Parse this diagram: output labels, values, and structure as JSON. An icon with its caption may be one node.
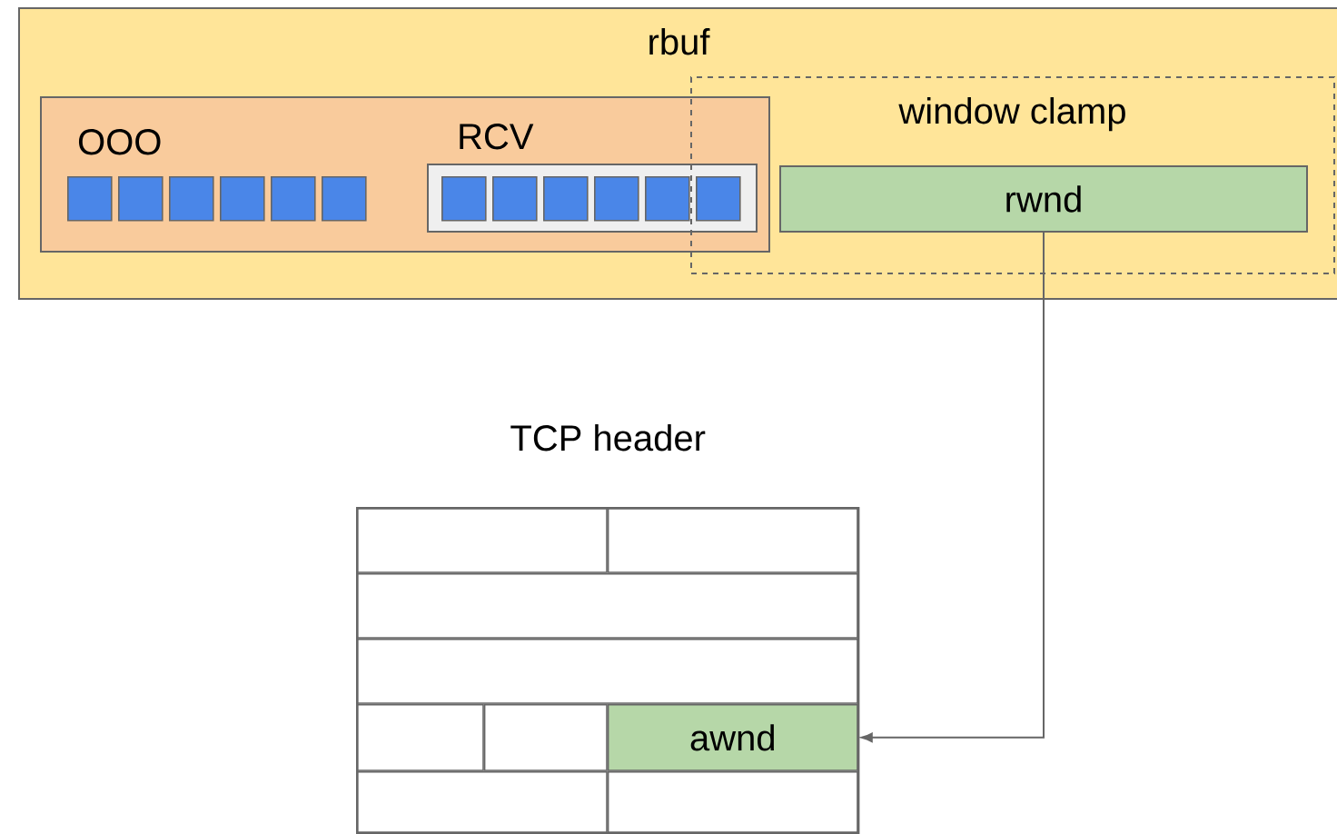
{
  "diagram": {
    "nodes": [
      {
        "text": [
          "rbuf"
        ]
      },
      {
        "text": [
          "OOO"
        ],
        "in": 0
      },
      {
        "text": [],
        "shape": "box",
        "in": 1
      },
      {
        "text": [],
        "shape": "box",
        "in": 1
      },
      {
        "text": [],
        "shape": "box",
        "in": 1
      },
      {
        "text": [],
        "shape": "box",
        "in": 1
      },
      {
        "text": [],
        "shape": "box",
        "in": 1
      },
      {
        "text": [],
        "shape": "box",
        "in": 1
      },
      {
        "text": [
          "RCV"
        ],
        "in": 1
      },
      {
        "text": [],
        "shape": "box",
        "in": 8
      },
      {
        "text": [],
        "shape": "box",
        "in": 8
      },
      {
        "text": [],
        "shape": "box",
        "in": 8
      },
      {
        "text": [],
        "shape": "box",
        "in": 8
      },
      {
        "text": [],
        "shape": "box",
        "in": 8
      },
      {
        "text": [],
        "shape": "box"
      },
      {
        "text": [
          "window clamp"
        ],
        "in": 0
      },
      {
        "text": [
          "rwnd"
        ],
        "in": 15
      },
      {
        "text": [
          "TCP header"
        ]
      },
      {
        "text": [],
        "shape": "box",
        "in": 17
      },
      {
        "text": [],
        "shape": "box",
        "in": 17
      },
      {
        "text": [],
        "shape": "box",
        "in": 17
      },
      {
        "text": [],
        "shape": "box",
        "in": 17
      },
      {
        "text": [],
        "shape": "box",
        "in": 17
      },
      {
        "text": [],
        "shape": "box",
        "in": 17
      },
      {
        "text": [
          "awnd"
        ],
        "in": 17
      },
      {
        "text": [],
        "shape": "box",
        "in": 17
      },
      {
        "text": [],
        "shape": "box",
        "in": 17
      }
    ],
    "edges": [
      {
        "from": 16,
        "to": 24,
        "arrow": "to"
      }
    ]
  }
}
